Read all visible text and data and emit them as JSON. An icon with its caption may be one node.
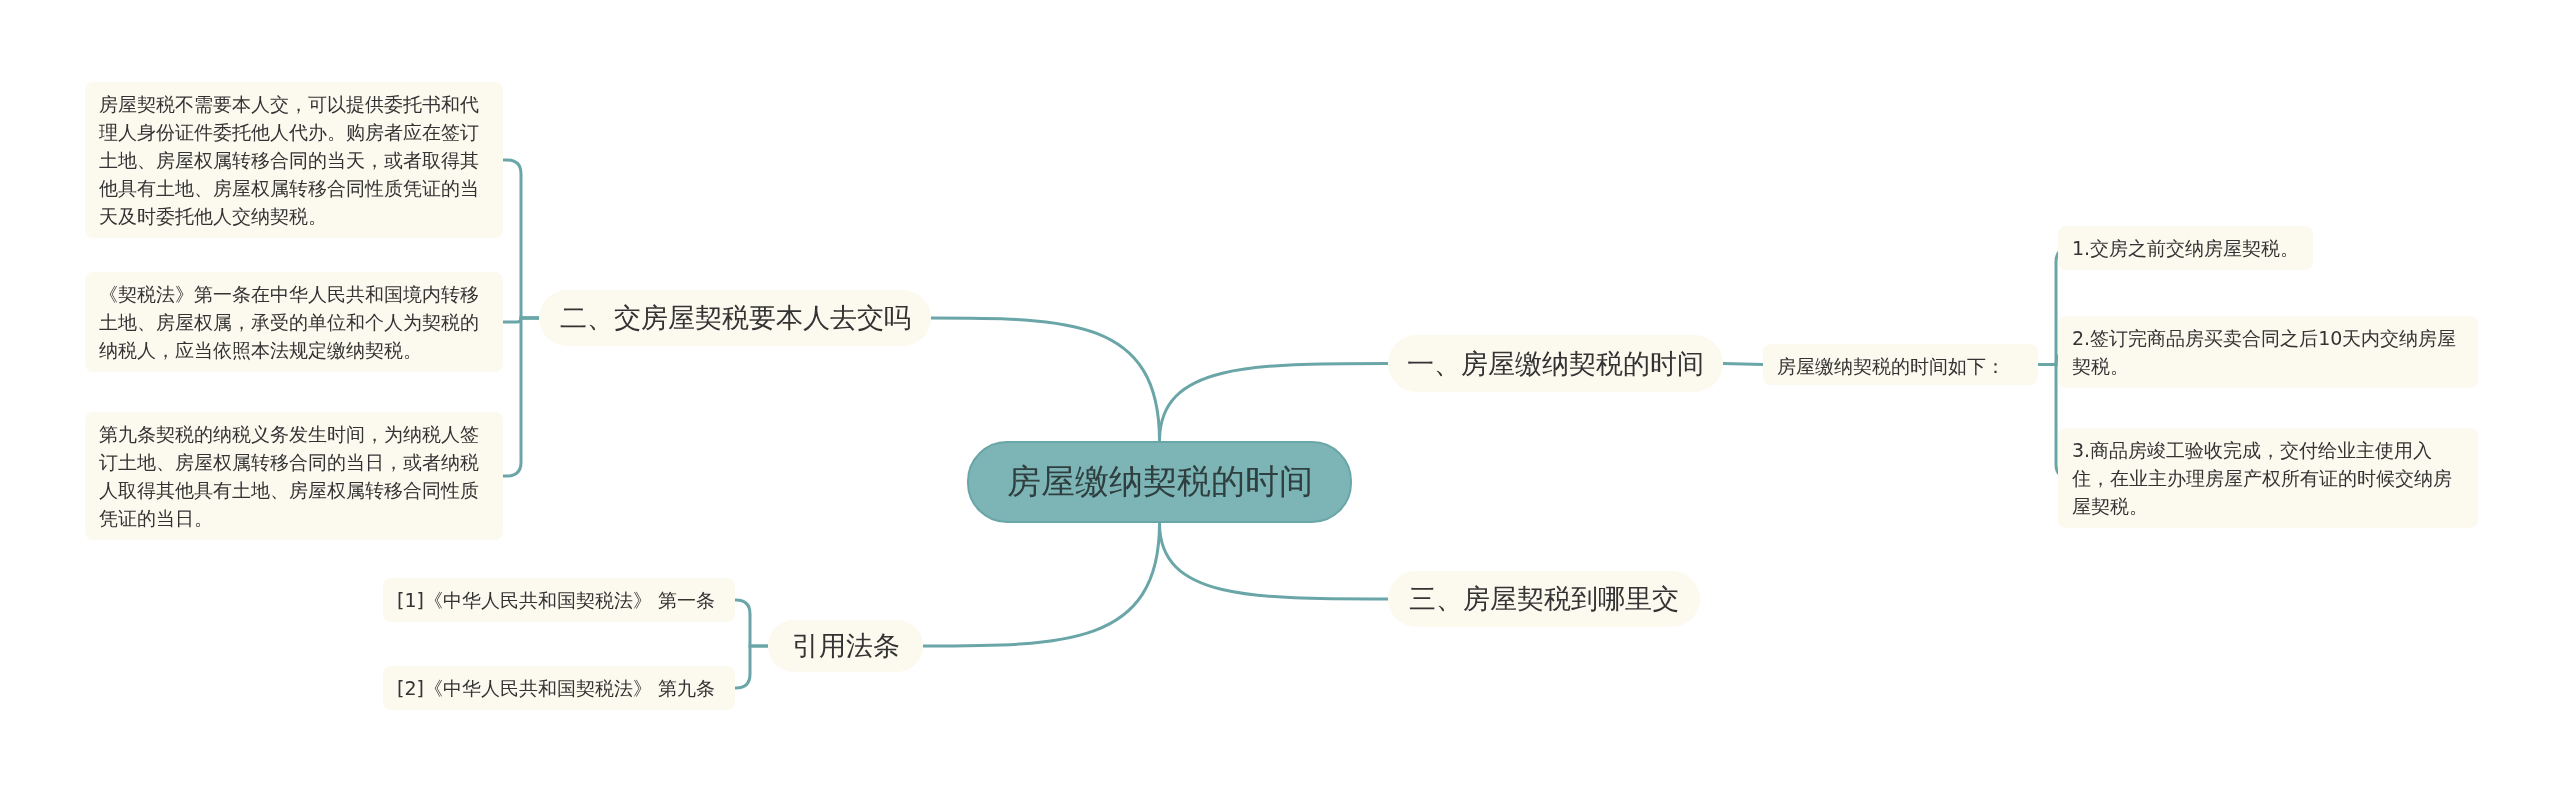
{
  "diagram": {
    "nodes": [
      {
        "text": [
          "房屋缴纳契税的时间"
        ]
      },
      {
        "text": [
          "一、房屋缴纳契税的时间"
        ]
      },
      {
        "text": [
          "房屋缴纳契税的时间如下："
        ]
      },
      {
        "text": [
          "1.交房之前交纳房屋契税。"
        ]
      },
      {
        "text": [
          "2.签订完商品房买卖合同之后10天内交纳房屋契税。"
        ]
      },
      {
        "text": [
          "3.商品房竣工验收完成，交付给业主使用入住，在业主办理房屋产权所有证的时候交纳房屋契税。"
        ]
      },
      {
        "text": [
          "二、交房屋契税要本人去交吗"
        ]
      },
      {
        "text": [
          "房屋契税不需要本人交，可以提供委托书和代理人身份证件委托他人代办。购房者应在签订土地、房屋权属转移合同的当天，或者取得其他具有土地、房屋权属转移合同性质凭证的当天及时委托他人交纳契税。"
        ]
      },
      {
        "text": [
          "《契税法》第一条在中华人民共和国境内转移土地、房屋权属，承受的单位和个人为契税的纳税人，应当依照本法规定缴纳契税。"
        ]
      },
      {
        "text": [
          "第九条契税的纳税义务发生时间，为纳税人签订土地、房屋权属转移合同的当日，或者纳税人取得其他具有土地、房屋权属转移合同性质凭证的当日。"
        ]
      },
      {
        "text": [
          "三、房屋契税到哪里交"
        ]
      },
      {
        "text": [
          "引用法条"
        ]
      },
      {
        "text": [
          "[1]《中华人民共和国契税法》 第一条"
        ]
      },
      {
        "text": [
          "[2]《中华人民共和国契税法》 第九条"
        ]
      }
    ],
    "edges": [
      {
        "from": 0,
        "to": 1,
        "arrow": "none"
      },
      {
        "from": 1,
        "to": 2,
        "arrow": "none"
      },
      {
        "from": 2,
        "to": 3,
        "arrow": "none"
      },
      {
        "from": 2,
        "to": 4,
        "arrow": "none"
      },
      {
        "from": 2,
        "to": 5,
        "arrow": "none"
      },
      {
        "from": 0,
        "to": 6,
        "arrow": "none"
      },
      {
        "from": 6,
        "to": 7,
        "arrow": "none"
      },
      {
        "from": 6,
        "to": 8,
        "arrow": "none"
      },
      {
        "from": 6,
        "to": 9,
        "arrow": "none"
      },
      {
        "from": 0,
        "to": 10,
        "arrow": "none"
      },
      {
        "from": 0,
        "to": 11,
        "arrow": "none"
      },
      {
        "from": 11,
        "to": 12,
        "arrow": "none"
      },
      {
        "from": 11,
        "to": 13,
        "arrow": "none"
      }
    ]
  }
}
